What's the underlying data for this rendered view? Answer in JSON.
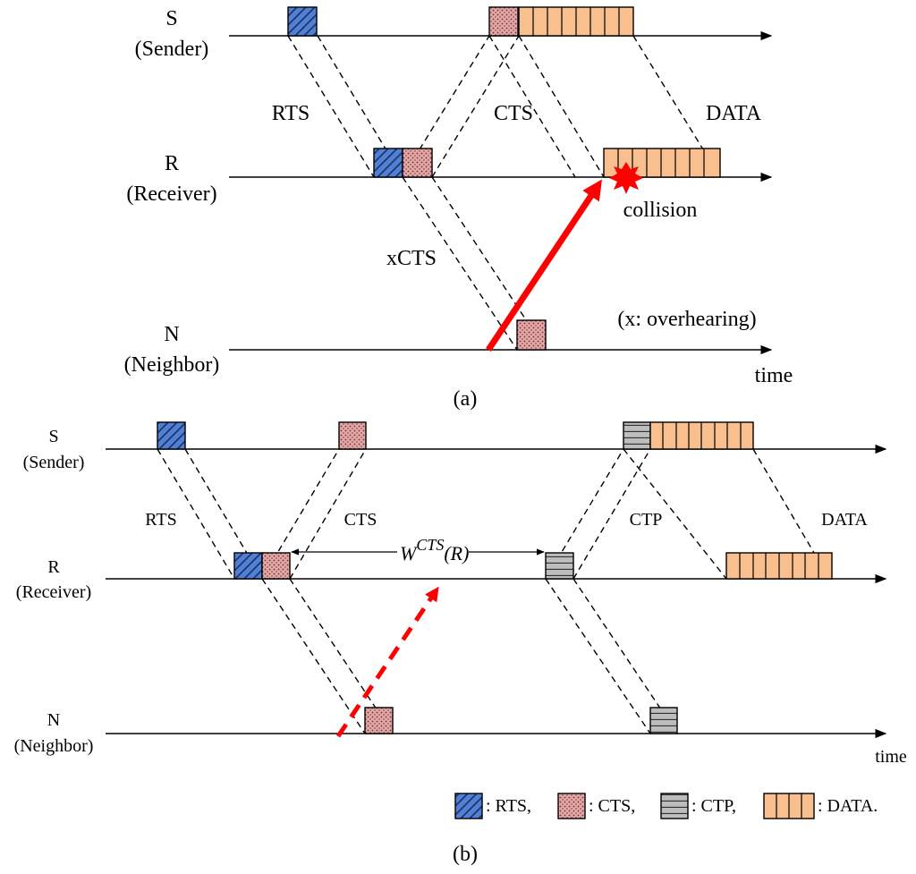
{
  "panel_a": {
    "caption": "(a)",
    "nodes": {
      "s_name": "S",
      "s_role": "(Sender)",
      "r_name": "R",
      "r_role": "(Receiver)",
      "n_name": "N",
      "n_role": "(Neighbor)"
    },
    "labels": {
      "rts": "RTS",
      "cts": "CTS",
      "data": "DATA",
      "xcts": "xCTS",
      "collision": "collision",
      "overhearing": "(x: overhearing)",
      "time": "time"
    }
  },
  "panel_b": {
    "caption": "(b)",
    "nodes": {
      "s_name": "S",
      "s_role": "(Sender)",
      "r_name": "R",
      "r_role": "(Receiver)",
      "n_name": "N",
      "n_role": "(Neighbor)"
    },
    "labels": {
      "rts": "RTS",
      "cts": "CTS",
      "ctp": "CTP",
      "data": "DATA",
      "time": "time",
      "window_w": "W",
      "window_sup": "CTS",
      "window_arg": "(R)"
    },
    "legend": {
      "rts": ": RTS,",
      "cts": ": CTS,",
      "ctp": ": CTP,",
      "data": ": DATA."
    }
  },
  "colors": {
    "rts": "#4f7fd6",
    "cts": "#e3a7a6",
    "ctp": "#bdbdbd",
    "data": "#f9bf8f",
    "collision": "#ff0000"
  },
  "icons": {
    "rts": "hatched-square-icon",
    "cts": "dotted-square-icon",
    "ctp": "striped-square-icon",
    "data": "segmented-bar-icon",
    "collision": "starburst-icon"
  }
}
